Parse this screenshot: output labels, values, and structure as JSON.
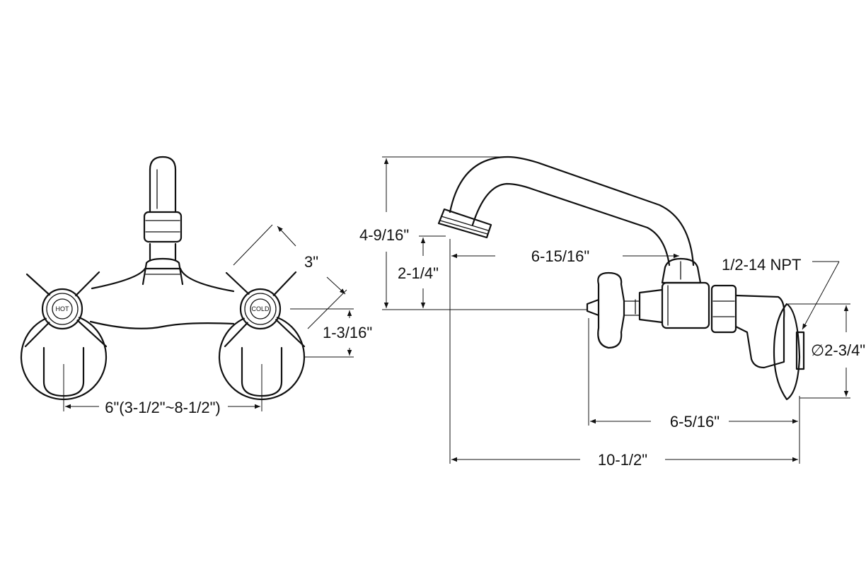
{
  "dimensions": {
    "center_spacing": "6\"(3-1/2\"~8-1/2\")",
    "handle_reach": "3\"",
    "handle_height": "1-3/16\"",
    "overall_height": "4-9/16\"",
    "spout_clearance": "2-1/4\"",
    "spout_reach": "6-15/16\"",
    "body_depth": "6-5/16\"",
    "overall_depth": "10-1/2\"",
    "flange_diameter": "∅2-3/4\"",
    "thread_spec": "1/2-14 NPT"
  },
  "handles": {
    "hot_label": "HOT",
    "cold_label": "COLD"
  },
  "colors": {
    "line": "#111111",
    "background": "#ffffff"
  }
}
